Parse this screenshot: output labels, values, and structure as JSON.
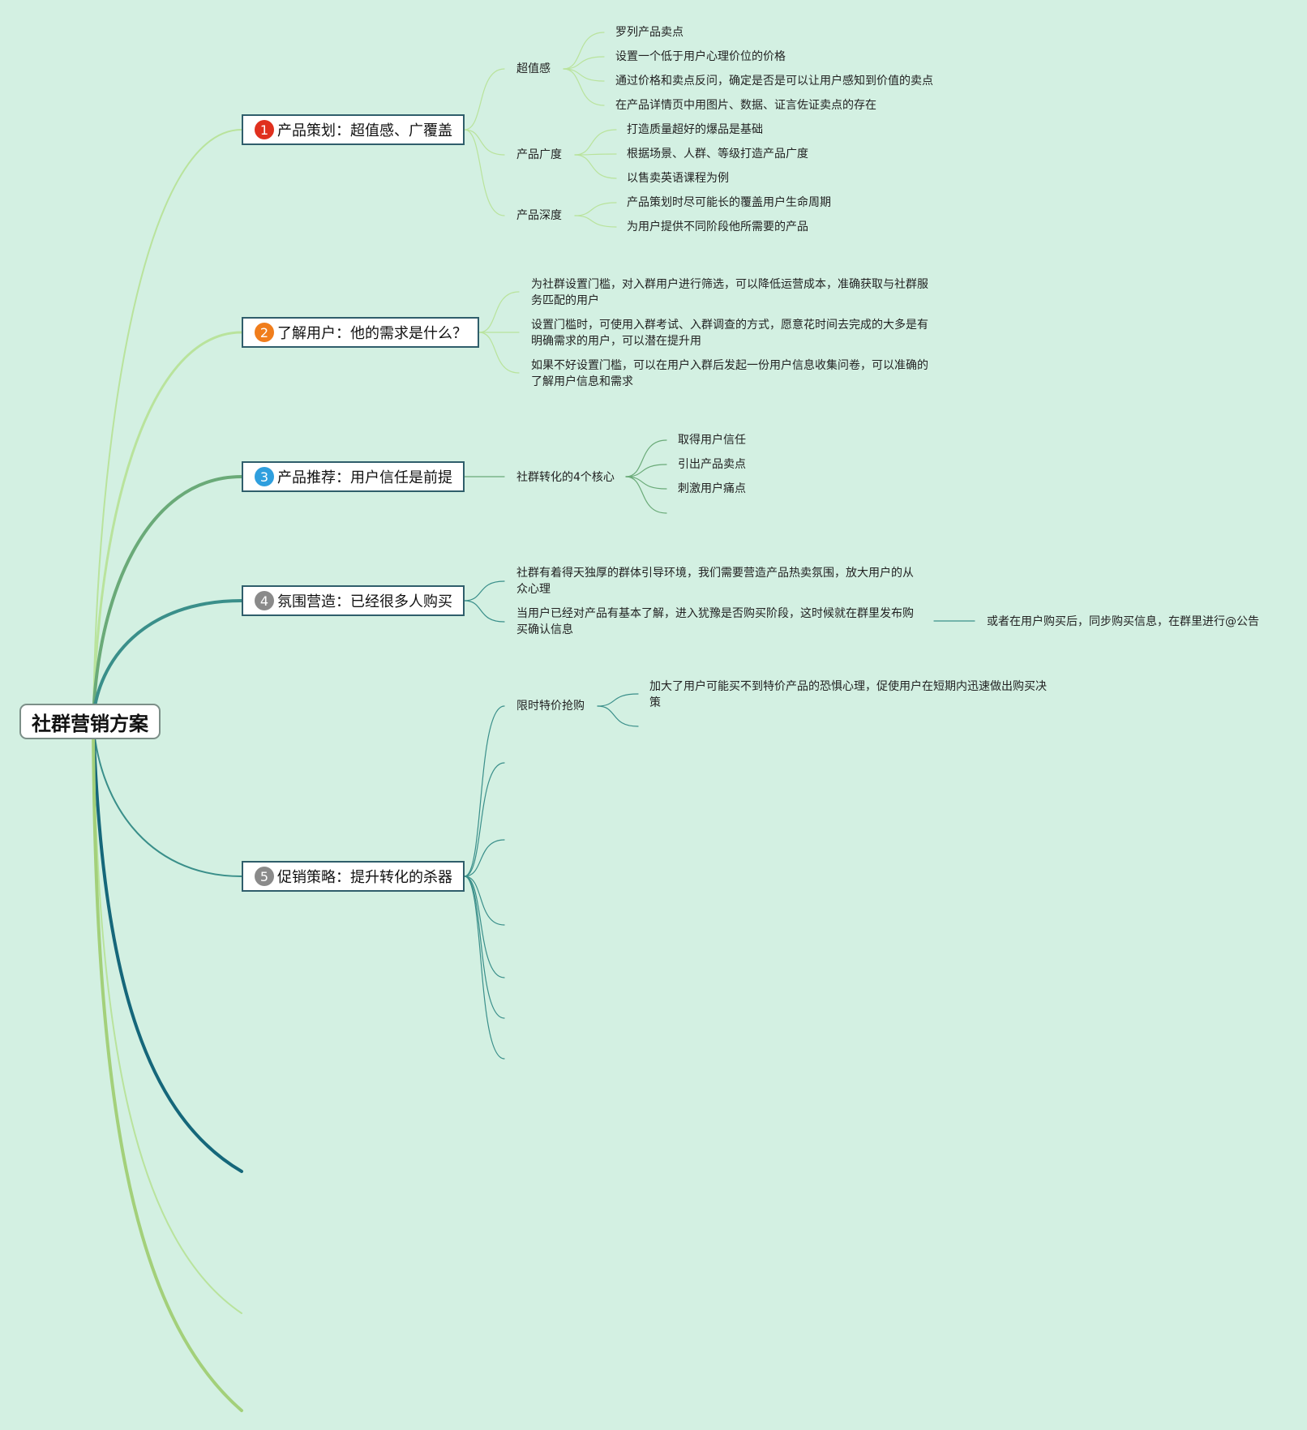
{
  "root": {
    "label": "社群营销方案"
  },
  "colors": {
    "background": "#d3f0e2",
    "topic_border": "#2f5e6b",
    "badge_1": "#e0301e",
    "badge_2": "#f07d1c",
    "badge_3": "#2f9fde",
    "badge_4": "#8a8a8a",
    "badge_5": "#8a8a8a",
    "branch_light_green": "#b9e39c",
    "branch_green": "#6aaa78",
    "branch_teal": "#3a8f8a",
    "branch_dark_teal": "#15677a"
  },
  "topics": [
    {
      "num": "1",
      "label": "产品策划：超值感、广覆盖",
      "subtopics": [
        {
          "label": "超值感",
          "items": [
            "罗列产品卖点",
            "设置一个低于用户心理价位的价格",
            "通过价格和卖点反问，确定是否是可以让用户感知到价值的卖点",
            "在产品详情页中用图片、数据、证言佐证卖点的存在"
          ]
        },
        {
          "label": "产品广度",
          "items": [
            "打造质量超好的爆品是基础",
            "根据场景、人群、等级打造产品广度",
            "以售卖英语课程为例"
          ]
        },
        {
          "label": "产品深度",
          "items": [
            "产品策划时尽可能长的覆盖用户生命周期",
            "为用户提供不同阶段他所需要的产品"
          ]
        }
      ]
    },
    {
      "num": "2",
      "label": "了解用户：他的需求是什么？",
      "items": [
        "为社群设置门槛，对入群用户进行筛选，可以降低运营成本，准确获取与社群服务匹配的用户",
        "设置门槛时，可使用入群考试、入群调查的方式，愿意花时间去完成的大多是有明确需求的用户，可以潜在提升用",
        "如果不好设置门槛，可以在用户入群后发起一份用户信息收集问卷，可以准确的了解用户信息和需求"
      ]
    },
    {
      "num": "3",
      "label": "产品推荐：用户信任是前提",
      "subtopics": [
        {
          "label": "社群转化的4个核心",
          "items": [
            "取得用户信任",
            "引出产品卖点",
            "刺激用户痛点"
          ]
        }
      ]
    },
    {
      "num": "4",
      "label": "氛围营造：已经很多人购买",
      "items": [
        "社群有着得天独厚的群体引导环境，我们需要营造产品热卖氛围，放大用户的从众心理",
        "当用户已经对产品有基本了解，进入犹豫是否购买阶段，这时候就在群里发布购买确认信息"
      ],
      "extra": "或者在用户购买后，同步购买信息，在群里进行@公告"
    },
    {
      "num": "5",
      "label": "促销策略：提升转化的杀器",
      "subtopics": [
        {
          "label": "限时特价抢购",
          "items": [
            "加大了用户可能买不到特价产品的恐惧心理，促使用户在短期内迅速做出购买决策"
          ]
        }
      ]
    }
  ]
}
